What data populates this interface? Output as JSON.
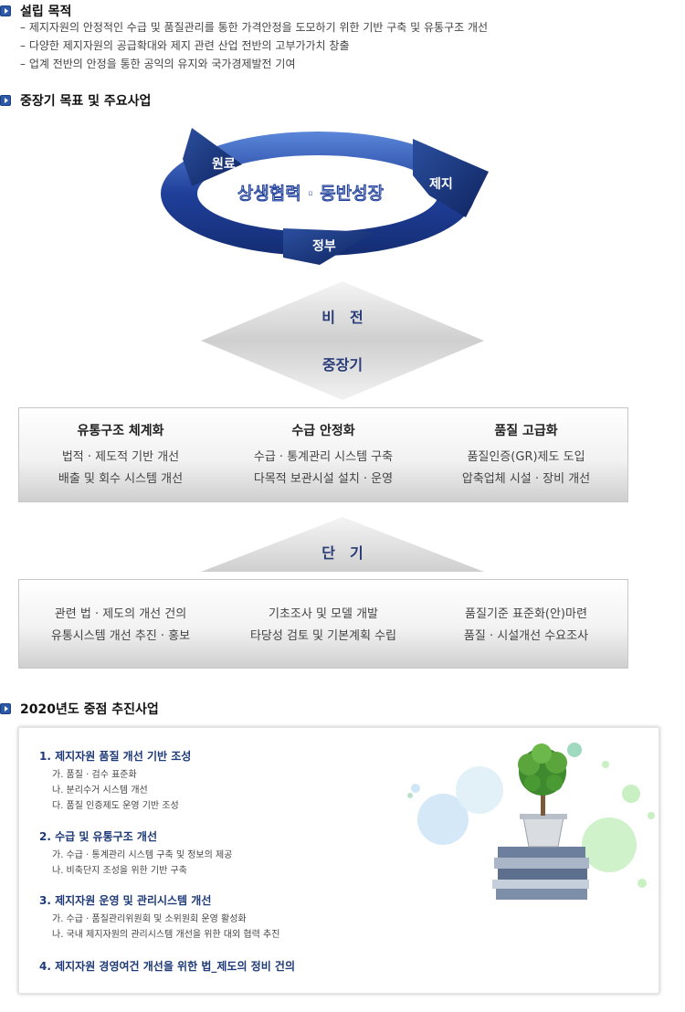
{
  "purpose": {
    "title": "설립 목적",
    "items": [
      "– 제지자원의 안정적인 수급 및 품질관리를 통한 가격안정을 도모하기 위한 기반 구축 및 유통구조 개선",
      "– 다양한 제지자원의 공급확대와 제지 관련 산업 전반의 고부가가치 창출",
      "– 업계 전반의 안정을 통한 공익의 유지와 국가경제발전 기여"
    ]
  },
  "goals": {
    "title": "중장기 목표 및 주요사업",
    "cycle": {
      "center": "상생협력 · 동반성장",
      "labels": [
        "원료",
        "제지",
        "정부"
      ]
    },
    "vision": "비　전",
    "midlong": "중장기",
    "mid_columns": [
      {
        "head": "유통구조 체계화",
        "lines": [
          "법적 · 제도적 기반 개선",
          "배출 및 회수 시스템 개선"
        ]
      },
      {
        "head": "수급 안정화",
        "lines": [
          "수급 · 통계관리 시스템 구축",
          "다목적 보관시설 설치 · 운영"
        ]
      },
      {
        "head": "품질 고급화",
        "lines": [
          "품질인증(GR)제도 도입",
          "압축업체 시설 · 장비 개선"
        ]
      }
    ],
    "short": "단　기",
    "short_columns": [
      {
        "lines": [
          "관련 법 · 제도의 개선 건의",
          "유통시스템 개선 추진 · 홍보"
        ]
      },
      {
        "lines": [
          "기초조사 및 모델 개발",
          "타당성 검토 및 기본계획 수립"
        ]
      },
      {
        "lines": [
          "품질기준 표준화(안)마련",
          "품질 · 시설개선 수요조사"
        ]
      }
    ]
  },
  "projects": {
    "title": "2020년도 중점 추진사업",
    "items": [
      {
        "title": "1. 제지자원 품질 개선 기반 조성",
        "subs": [
          "가. 품질 · 검수 표준화",
          "나. 분리수거 시스템 개선",
          "다. 품질 인증제도 운영 기반 조성"
        ]
      },
      {
        "title": "2. 수급 및 유통구조 개선",
        "subs": [
          "가. 수급 · 통계관리 시스템 구축 및 정보의 제공",
          "나. 비축단지 조성을 위한 기반 구축"
        ]
      },
      {
        "title": "3. 제지자원 운영 및 관리시스템 개선",
        "subs": [
          "가. 수급 · 품질관리위원회 및 소위원회 운영 활성화",
          "나. 국내 제지자원의 관리시스템 개선을 위한 대외 협력 추진"
        ]
      },
      {
        "title": "4. 제지자원 경영여건 개선을 위한 법_제도의 정비 건의",
        "subs": []
      }
    ]
  },
  "colors": {
    "accent": "#1e3a78",
    "ring": "#1f3f9a",
    "ring_light": "#4a78d0"
  }
}
